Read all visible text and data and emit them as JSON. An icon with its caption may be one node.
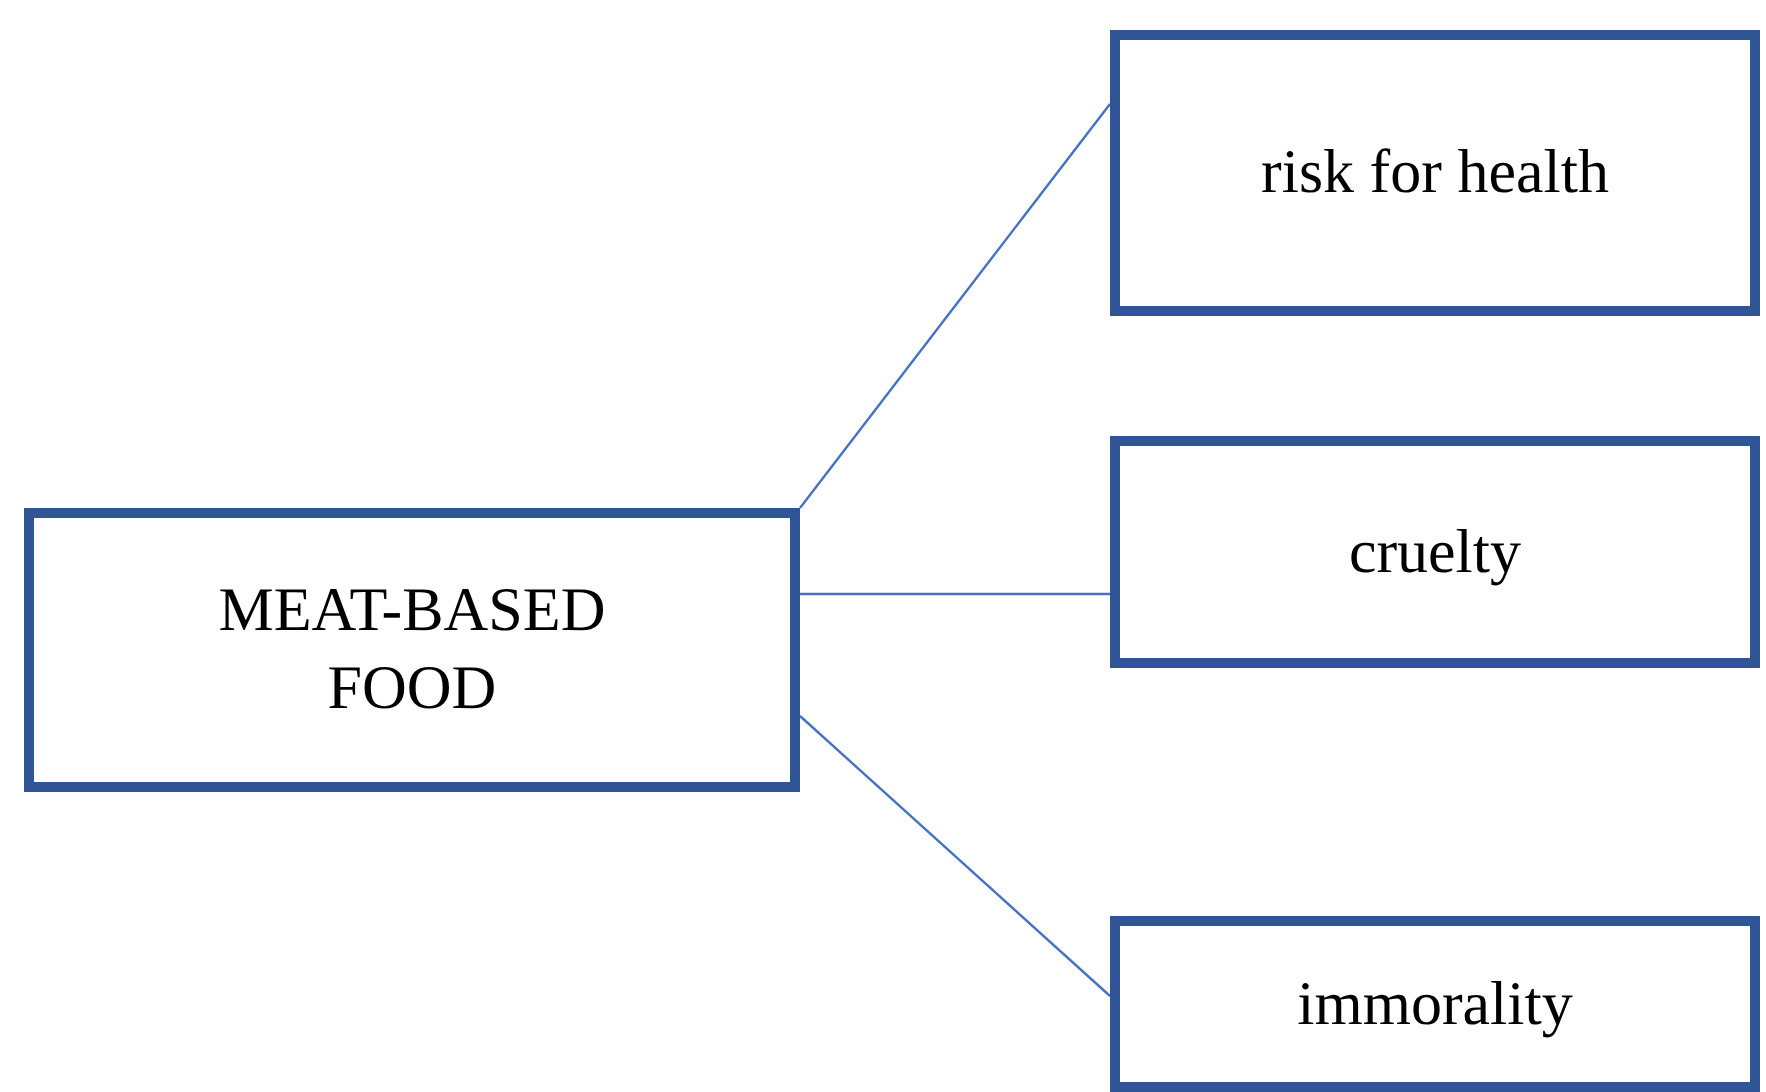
{
  "diagram": {
    "nodes": [
      {
        "text": [
          "MEAT-BASED FOOD"
        ]
      },
      {
        "text": [
          "risk for health"
        ]
      },
      {
        "text": [
          "cruelty"
        ]
      },
      {
        "text": [
          "immorality"
        ]
      }
    ],
    "edges": [
      {
        "from": 0,
        "to": 1,
        "arrow": "none"
      },
      {
        "from": 0,
        "to": 2,
        "arrow": "none"
      },
      {
        "from": 0,
        "to": 3,
        "arrow": "none"
      }
    ]
  }
}
